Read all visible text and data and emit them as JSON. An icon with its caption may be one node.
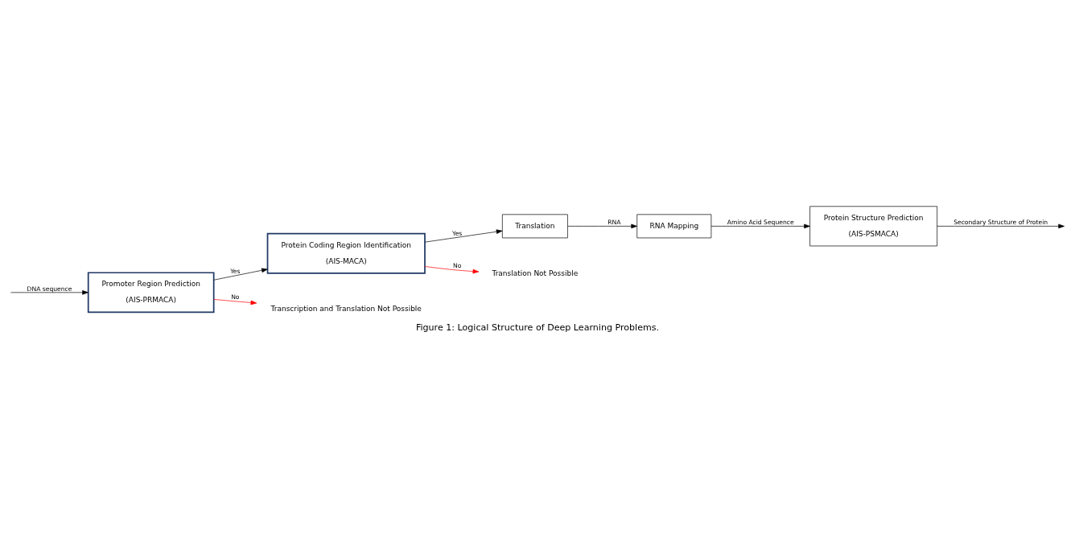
{
  "diagram": {
    "caption": "Figure 1: Logical Structure of Deep Learning Problems.",
    "nodes": [
      {
        "text": [
          "Promoter Region Prediction",
          "(AIS-PRMACA)"
        ]
      },
      {
        "text": [
          "Protein Coding Region Identification",
          "(AIS-MACA)"
        ]
      },
      {
        "text": [
          "Translation"
        ]
      },
      {
        "text": [
          "RNA Mapping"
        ]
      },
      {
        "text": [
          "Protein Structure Prediction",
          "(AIS-PSMACA)"
        ]
      },
      {
        "text": [
          "Transcription and Translation Not Possible"
        ]
      },
      {
        "text": [
          "Translation Not Possible"
        ]
      }
    ],
    "edges": [
      {
        "from": null,
        "to": 0,
        "arrow": "to",
        "label": "DNA sequence"
      },
      {
        "from": 0,
        "to": 5,
        "arrow": "to",
        "label": "No",
        "color": "#ff0000"
      },
      {
        "from": 0,
        "to": 1,
        "arrow": "to",
        "label": "Yes"
      },
      {
        "from": 1,
        "to": 6,
        "arrow": "to",
        "label": "No",
        "color": "#ff0000"
      },
      {
        "from": 1,
        "to": 2,
        "arrow": "to",
        "label": "Yes"
      },
      {
        "from": 2,
        "to": 3,
        "arrow": "to",
        "label": "RNA"
      },
      {
        "from": 3,
        "to": 4,
        "arrow": "to",
        "label": "Amino Acid Sequence"
      },
      {
        "from": 4,
        "to": null,
        "arrow": "to",
        "label": "Secondary Structure of Protein"
      }
    ]
  }
}
